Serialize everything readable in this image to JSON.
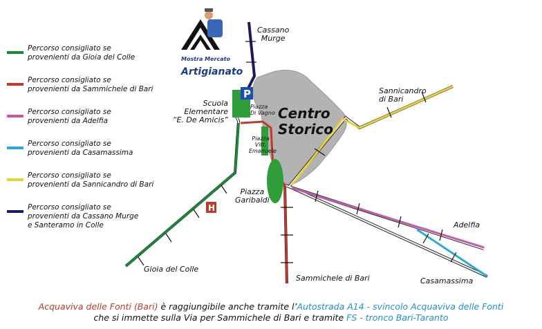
{
  "colors": {
    "green": "#1a8a3a",
    "red": "#c0392b",
    "magenta": "#c45aa8",
    "cyan": "#2ea8d8",
    "yellow": "#e8d23a",
    "navy": "#1a1a6a",
    "centro_fill": "#b3b3b3"
  },
  "legend": [
    {
      "color": "green",
      "text": "Percorso consigliato se\nprovenienti da Gioia del Colle"
    },
    {
      "color": "red",
      "text": "Percorso consigliato se\nprovenienti da Sammichele di Bari"
    },
    {
      "color": "magenta",
      "text": "Percorso consigliato se\nprovenienti da Adelfia"
    },
    {
      "color": "cyan",
      "text": "Percorso consigliato se\nprovenienti da Casamassima"
    },
    {
      "color": "yellow",
      "text": "Percorso consigliato se\nprovenienti da Sannicandro di Bari"
    },
    {
      "color": "navy",
      "text": "Percorso consigliato se\nprovenienti da Cassano Murge\ne Santeramo in Colle"
    }
  ],
  "logo": {
    "line1": "Mostra Mercato",
    "line2": "Artigianato"
  },
  "places": {
    "cassano": "Cassano\nMurge",
    "sannicandro": "Sannicandro\ndi Bari",
    "scuola": "Scuola\nElementare\n“E. De Amicis”",
    "piazza_di_vagno": "Piazza\nDi Vagno",
    "piazza_vitt": "Piazza\nVitt.\nEmanuele",
    "piazza_garibaldi": "Piazza\nGaribaldi",
    "adelfia": "Adelfia",
    "casamassima": "Casamassima",
    "sammichele": "Sammichele di Bari",
    "gioia": "Gioia del Colle",
    "centro": "Centro\nStorico",
    "parking": "P",
    "hospital": "H"
  },
  "footer": {
    "line1_a": "Acquaviva delle Fonti (Bari)",
    "line1_b": " è raggiungibile anche tramite l’",
    "line1_c": "Autostrada A14 - svincolo Acquaviva delle Fonti",
    "line2_a": "che si immette sulla Via per Sammichele di Bari e tramite ",
    "line2_b": "FS - tronco Bari-Taranto",
    "color_red": "#c0392b",
    "color_blue": "#1e8fd0",
    "color_dark": "#111111"
  }
}
